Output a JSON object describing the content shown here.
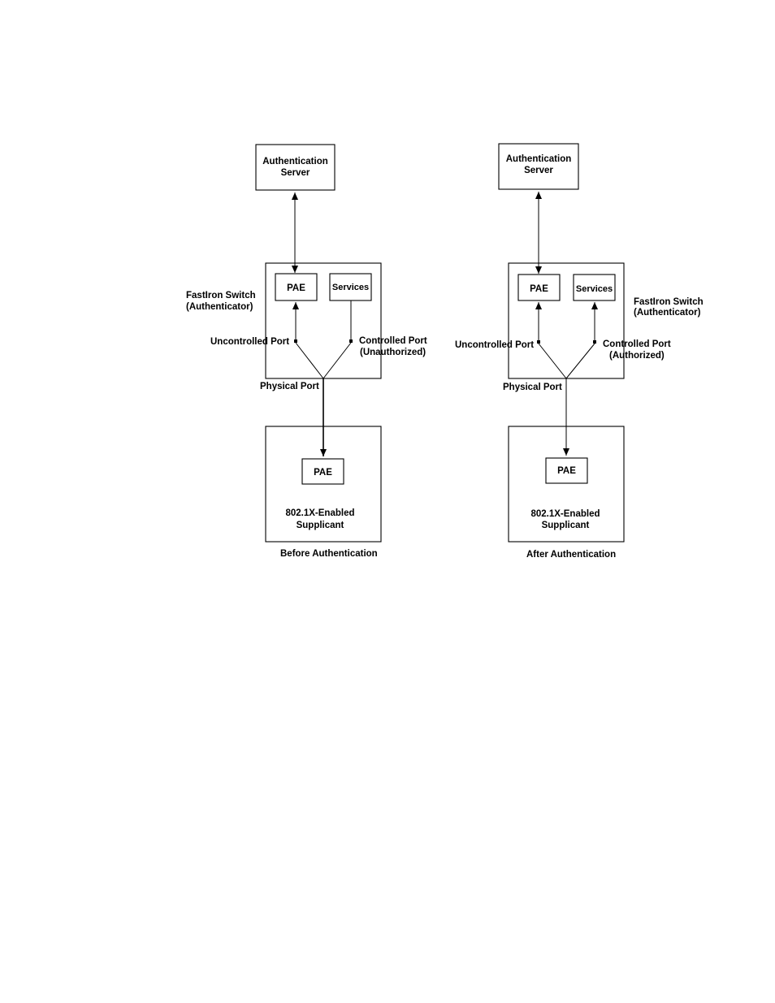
{
  "before": {
    "auth_server": [
      "Authentication",
      "Server"
    ],
    "switch_label": [
      "FastIron Switch",
      "(Authenticator)"
    ],
    "pae": "PAE",
    "services": "Services",
    "uncontrolled_port": "Uncontrolled Port",
    "controlled_port": [
      "Controlled Port",
      "(Unauthorized)"
    ],
    "physical_port": "Physical Port",
    "supplicant_pae": "PAE",
    "supplicant": [
      "802.1X-Enabled",
      "Supplicant"
    ],
    "caption": "Before Authentication"
  },
  "after": {
    "auth_server": [
      "Authentication",
      "Server"
    ],
    "switch_label": [
      "FastIron Switch",
      "(Authenticator)"
    ],
    "pae": "PAE",
    "services": "Services",
    "uncontrolled_port": "Uncontrolled Port",
    "controlled_port": [
      "Controlled Port",
      "(Authorized)"
    ],
    "physical_port": "Physical Port",
    "supplicant_pae": "PAE",
    "supplicant": [
      "802.1X-Enabled",
      "Supplicant"
    ],
    "caption": "After Authentication"
  }
}
